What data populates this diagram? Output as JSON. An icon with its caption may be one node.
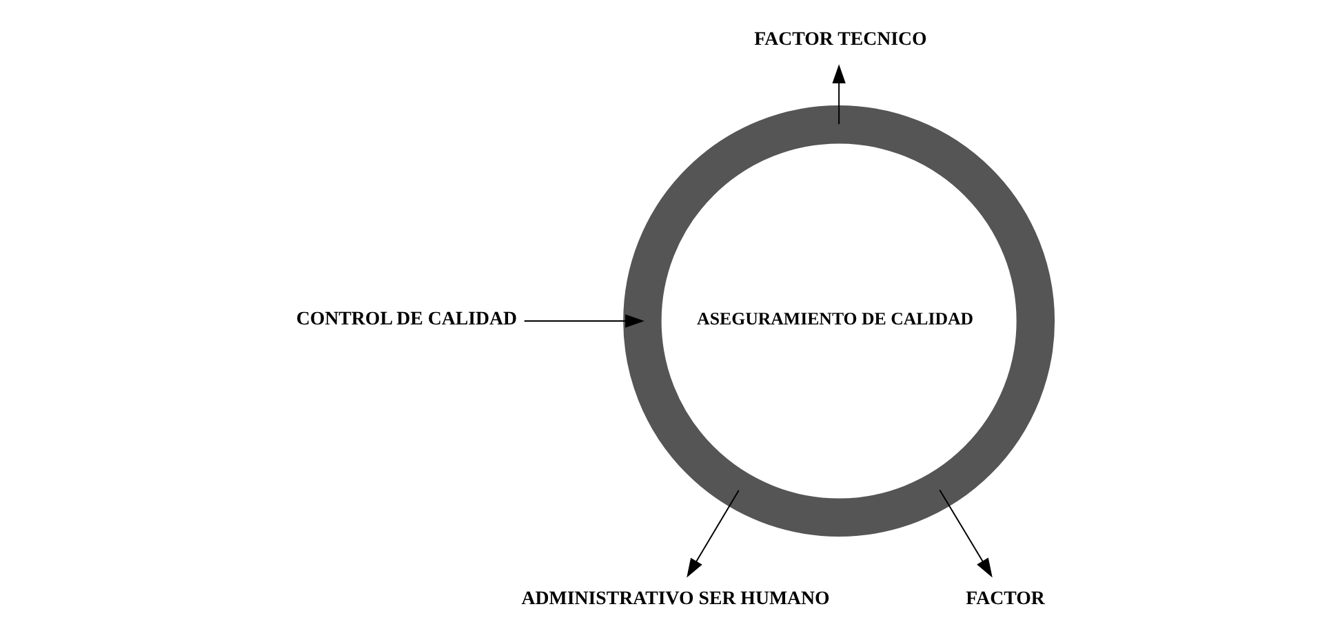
{
  "diagram": {
    "nodes": [
      {
        "text": [
          "ASEGURAMIENTO DE CALIDAD"
        ]
      },
      {
        "text": [
          "FACTOR TECNICO"
        ]
      },
      {
        "text": [
          "CONTROL DE CALIDAD"
        ]
      },
      {
        "text": [
          "ADMINISTRATIVO SER HUMANO"
        ]
      },
      {
        "text": [
          "FACTOR"
        ]
      }
    ],
    "edges": [
      {
        "from": 0,
        "to": 1,
        "arrow": "to"
      },
      {
        "from": 2,
        "to": 0,
        "arrow": "to"
      },
      {
        "from": 0,
        "to": 3,
        "arrow": "to"
      },
      {
        "from": 0,
        "to": 4,
        "arrow": "to"
      }
    ]
  }
}
